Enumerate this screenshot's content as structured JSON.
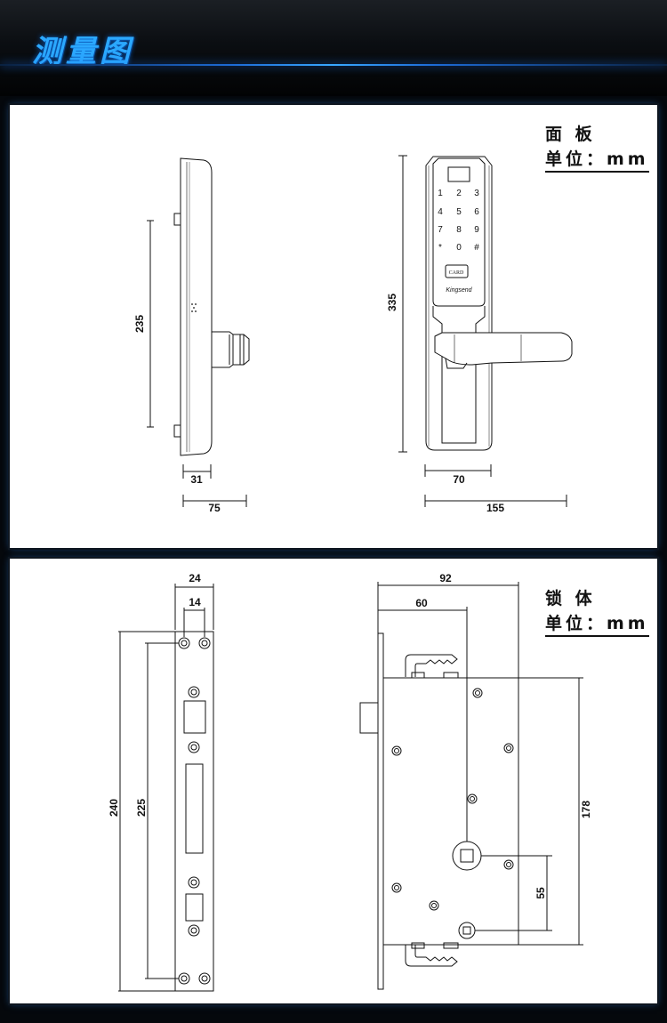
{
  "header": {
    "title": "测量图"
  },
  "panel_top": {
    "label": "面 板",
    "unit_label": "单位：mm",
    "dims": {
      "side_height": "235",
      "side_depth": "31",
      "side_total": "75",
      "front_height": "335",
      "front_width": "70",
      "front_total": "155"
    },
    "keypad": [
      "1",
      "2",
      "3",
      "4",
      "5",
      "6",
      "7",
      "8",
      "9",
      "*",
      "0",
      "#"
    ],
    "card_label": "CARD",
    "brand_label": "Kingsend"
  },
  "panel_bottom": {
    "label": "锁 体",
    "unit_label": "单位：mm",
    "dims": {
      "plate_width": "24",
      "hole_spacing": "14",
      "plate_height": "240",
      "hole_height": "225",
      "body_total_width": "92",
      "body_backset": "60",
      "body_height": "178",
      "spindle_to_cylinder": "55"
    }
  },
  "colors": {
    "accent": "#2ba8ff",
    "panel_bg": "#ffffff",
    "line": "#111111"
  }
}
